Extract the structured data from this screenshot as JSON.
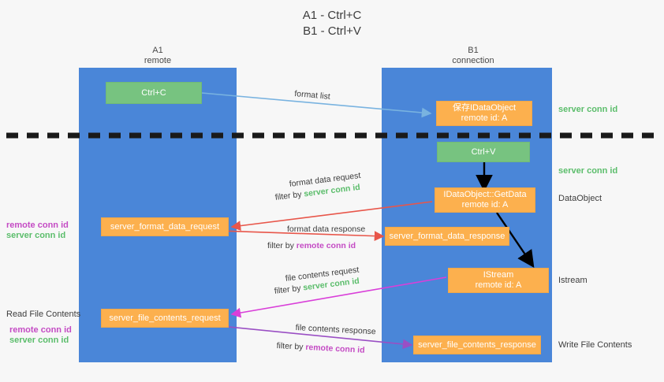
{
  "title": {
    "line1": "A1 - Ctrl+C",
    "line2": "B1 - Ctrl+V"
  },
  "colors": {
    "lane": "#4a86d8",
    "green_node": "#77c380",
    "orange_node": "#fcb04e",
    "green_text": "#5bbd6b",
    "pink_text": "#c44bc4",
    "blue_arrow": "#79b3e0",
    "red_arrow": "#e8564a",
    "magenta_arrow": "#d93fd9",
    "purple_arrow": "#9a4fc4",
    "black_arrow": "#000000",
    "background": "#f7f7f7"
  },
  "columns": [
    {
      "name": "A1",
      "sub": "remote"
    },
    {
      "name": "B1",
      "sub": "connection"
    }
  ],
  "nodes": {
    "ctrl_c": {
      "label": "Ctrl+C",
      "sub": ""
    },
    "save_idataobject": {
      "label": "保存IDataObject",
      "sub": "remote id: A"
    },
    "ctrl_v": {
      "label": "Ctrl+V",
      "sub": ""
    },
    "getdata": {
      "label": "IDataObject::GetData",
      "sub": "remote id: A"
    },
    "server_format_data_request": {
      "label": "server_format_data_request",
      "sub": ""
    },
    "server_format_data_response": {
      "label": "server_format_data_response",
      "sub": ""
    },
    "istream": {
      "label": "IStream",
      "sub": "remote id: A"
    },
    "server_file_contents_request": {
      "label": "server_file_contents_request",
      "sub": ""
    },
    "server_file_contents_response": {
      "label": "server_file_contents_response",
      "sub": ""
    }
  },
  "right_labels": {
    "server_conn_id_1": "server conn id",
    "server_conn_id_2": "server conn id",
    "dataobject": "DataObject",
    "istream": "Istream",
    "write_file_contents": "Write File Contents"
  },
  "left_labels": {
    "remote_conn_id_1": "remote conn id",
    "server_conn_id_1": "server conn id",
    "read_file_contents": "Read File Contents",
    "remote_conn_id_2": "remote conn id",
    "server_conn_id_2": "server conn id"
  },
  "edge_labels": {
    "format_list": "format list",
    "format_data_request": "format data request",
    "format_data_request_filter_prefix": "filter by ",
    "format_data_request_filter_value": "server conn id",
    "format_data_response": "format data response",
    "format_data_response_filter_prefix": "filter by ",
    "format_data_response_filter_value": "remote conn id",
    "file_contents_request": "file contents request",
    "file_contents_request_filter_prefix": "filter by ",
    "file_contents_request_filter_value": "server conn id",
    "file_contents_response": "file contents response",
    "file_contents_response_filter_prefix": "filter by ",
    "file_contents_response_filter_value": "remote conn id"
  }
}
